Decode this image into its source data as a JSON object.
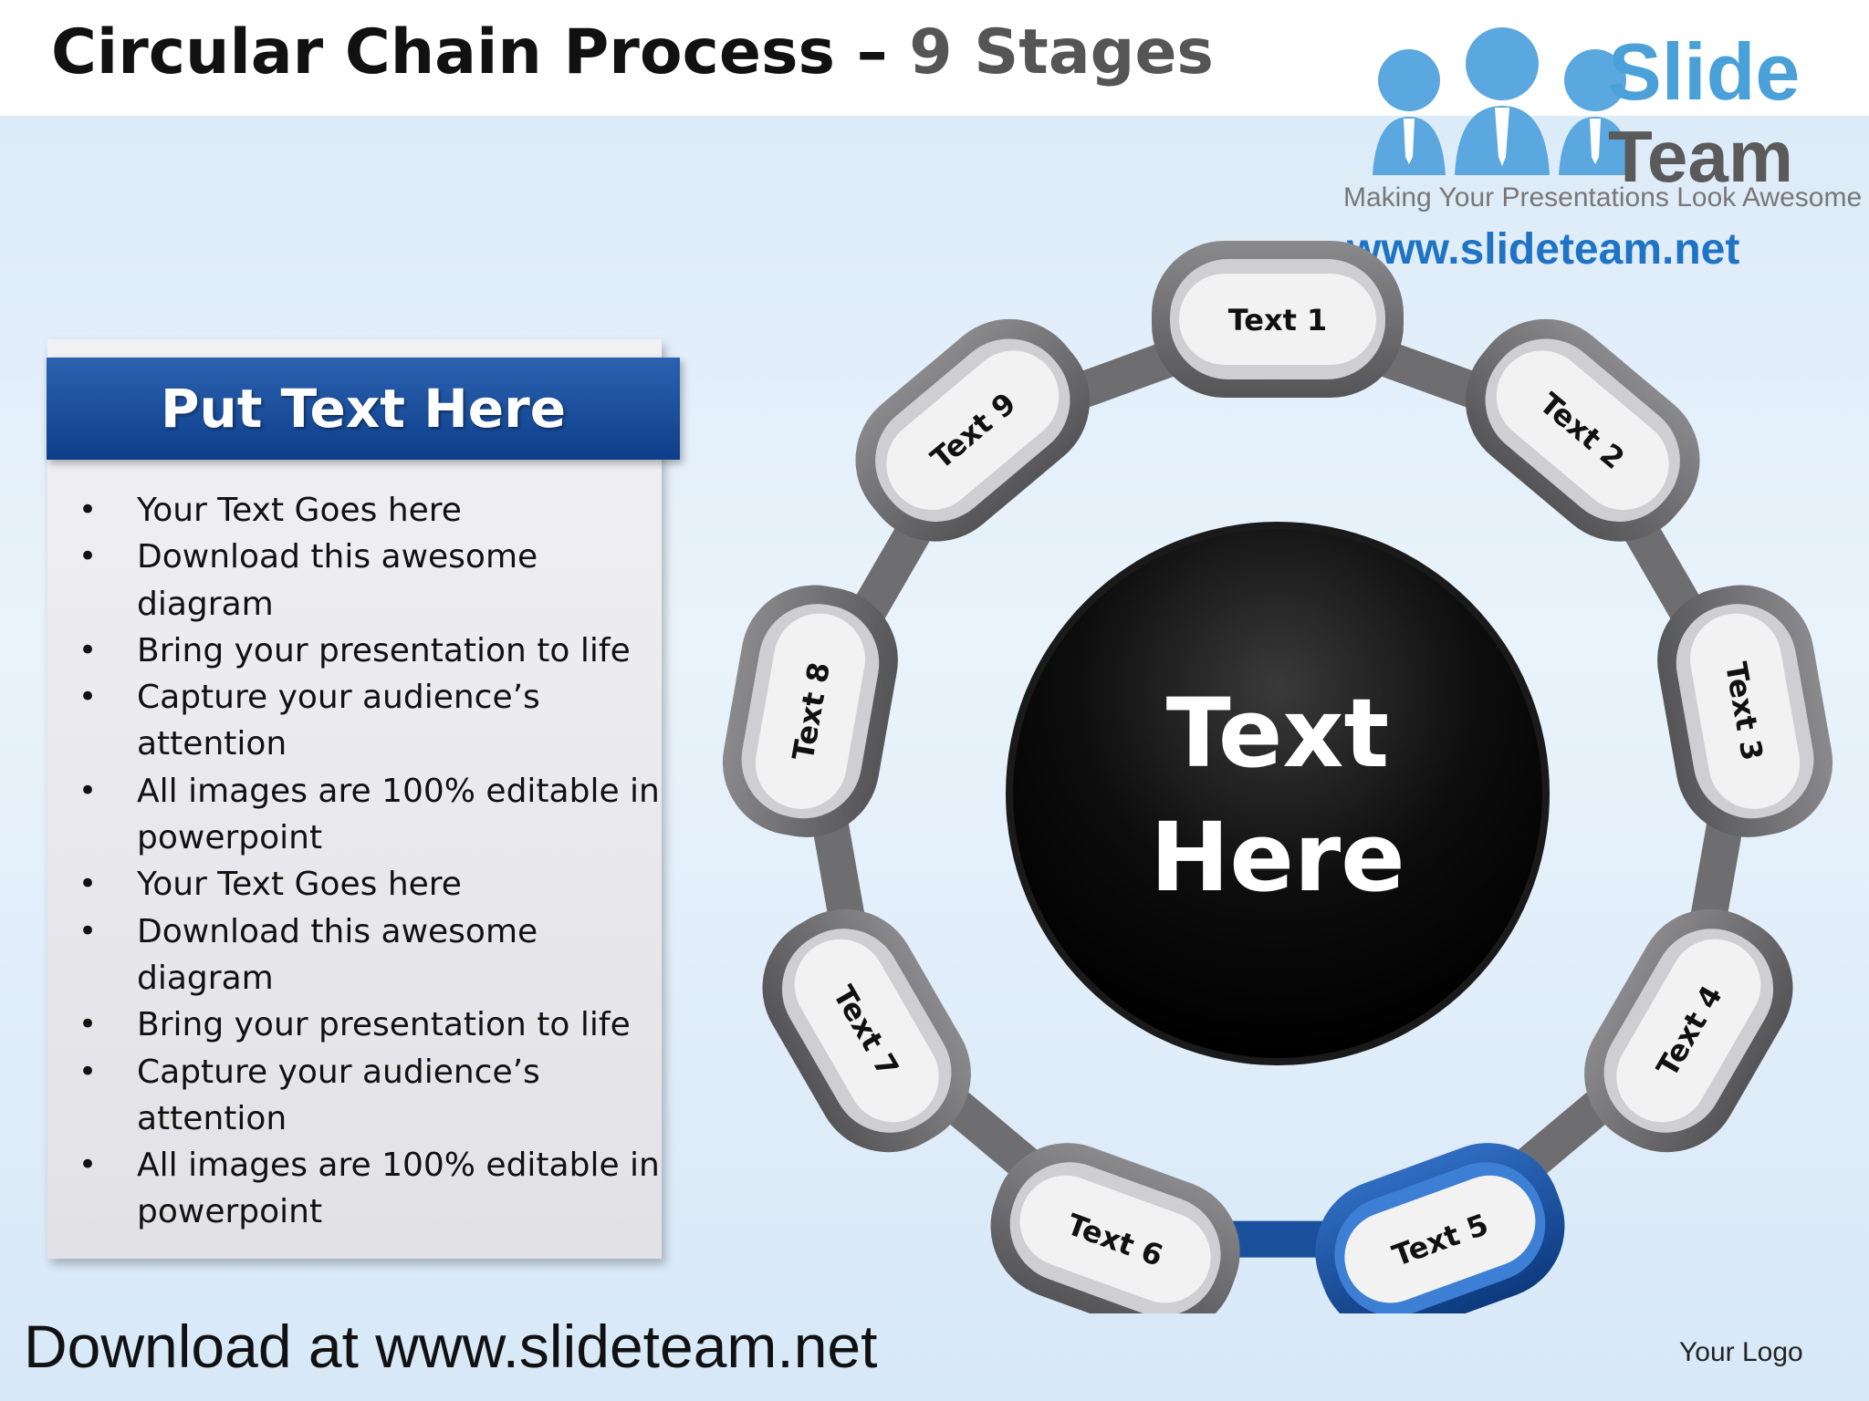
{
  "header": {
    "title_main": "Circular Chain Process – ",
    "title_sub": "9 Stages"
  },
  "logo": {
    "brand_line1": "Slide",
    "brand_line2": "Team",
    "tagline": "Making Your Presentations Look Awesome",
    "website": "www.slideteam.net"
  },
  "panel": {
    "heading": "Put Text Here",
    "bullets": [
      [
        "Your Text Goes here"
      ],
      [
        "Download this awesome",
        "diagram"
      ],
      [
        "Bring your presentation to life"
      ],
      [
        "Capture your audience’s",
        "attention"
      ],
      [
        "All images are 100% editable in",
        "powerpoint"
      ],
      [
        "Your Text Goes here"
      ],
      [
        "Download this awesome",
        "diagram"
      ],
      [
        "Bring your presentation to life"
      ],
      [
        "Capture your audience’s",
        "attention"
      ],
      [
        "All images are 100% editable in",
        "powerpoint"
      ]
    ]
  },
  "diagram": {
    "center_line1": "Text",
    "center_line2": "Here",
    "links": [
      "Text 1",
      "Text 2",
      "Text 3",
      "Text 4",
      "Text 5",
      "Text 6",
      "Text 7",
      "Text 8",
      "Text 9"
    ],
    "highlight_link": "Text 5",
    "colors": {
      "chain_gray": "#6e6e70",
      "chain_light": "#f2f2f2",
      "highlight_blue": "#1a4f9c",
      "center_dark": "#0a0a0a"
    }
  },
  "footer": {
    "download": "Download at www.slideteam.net",
    "your_logo": "Your Logo"
  }
}
